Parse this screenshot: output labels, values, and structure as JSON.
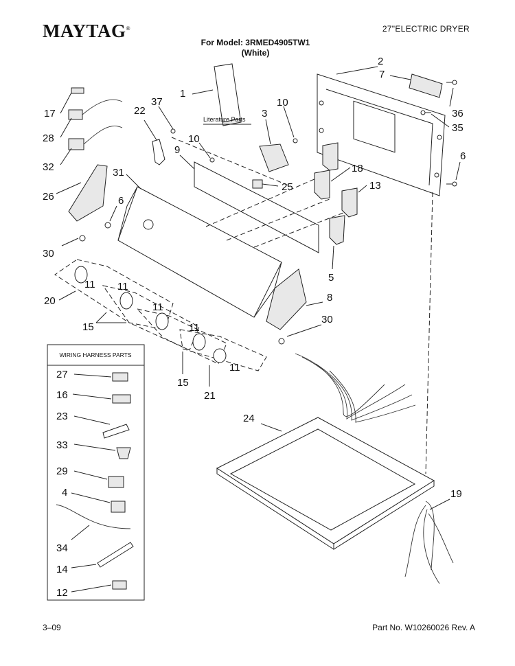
{
  "header": {
    "brand": "MAYTAG",
    "trademark": "®",
    "product": "27\"ELECTRIC DRYER",
    "model_line1": "For Model: 3RMED4905TW1",
    "model_line2": "(White)"
  },
  "footer": {
    "date_code": "3–09",
    "part_number": "Part No. W10260026 Rev. A"
  },
  "labels": {
    "literature_parts": "Literature Parts",
    "wiring_harness_title": "WIRING HARNESS PARTS"
  },
  "callouts": [
    "1",
    "2",
    "3",
    "4",
    "5",
    "6",
    "7",
    "8",
    "9",
    "10",
    "11",
    "12",
    "13",
    "14",
    "15",
    "16",
    "17",
    "18",
    "19",
    "20",
    "21",
    "22",
    "23",
    "24",
    "25",
    "26",
    "27",
    "28",
    "29",
    "30",
    "31",
    "32",
    "33",
    "34",
    "35",
    "36",
    "37"
  ]
}
